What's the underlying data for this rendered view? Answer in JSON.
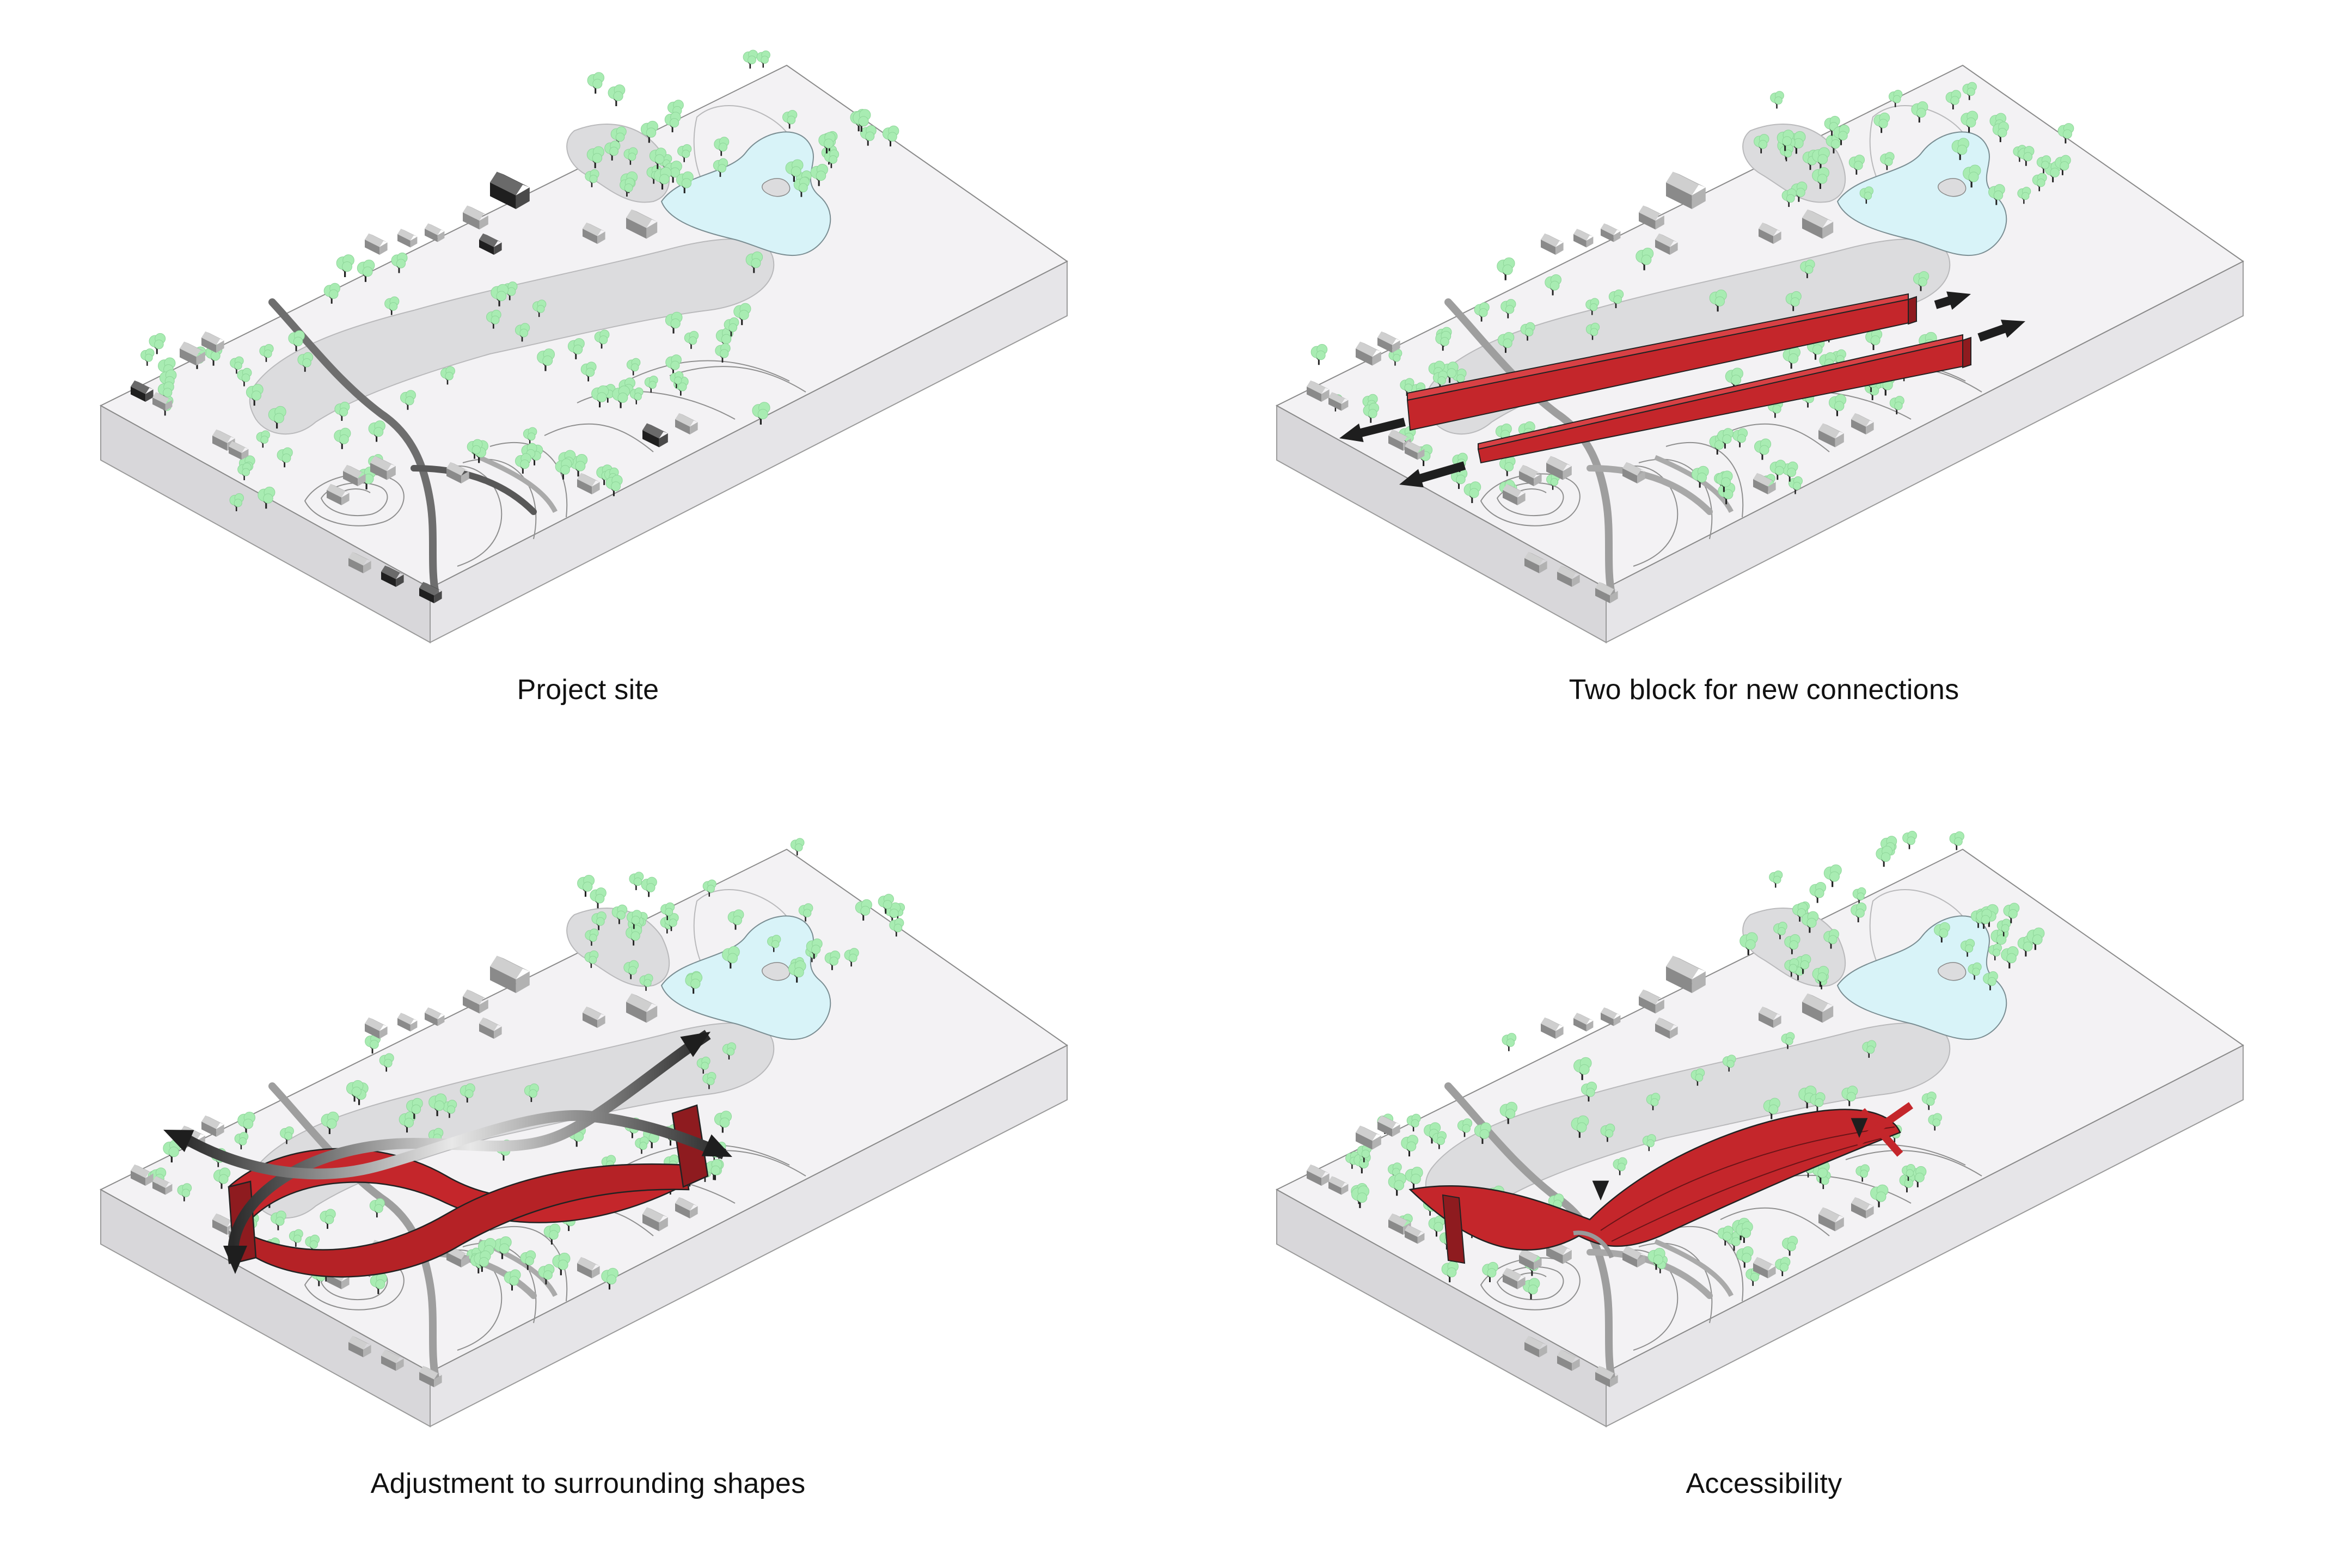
{
  "colors": {
    "slab_top": "#f3f2f4",
    "slab_side": "#e6e5e8",
    "slab_front": "#d8d7da",
    "forest": "#dcdcde",
    "water": "#d8f3f8",
    "road": "#6e6e6e",
    "structure_red": "#c4262b",
    "structure_red_dark": "#8e1b1f",
    "tree_green": "#a8ecb2",
    "house_dark": "#2a2a2a",
    "arrow_dark": "#1e1e1e"
  },
  "panels": [
    {
      "caption": "Project site",
      "variant": "site"
    },
    {
      "caption": "Two block for new connections",
      "variant": "blocks"
    },
    {
      "caption": "Adjustment to surrounding shapes",
      "variant": "adjust"
    },
    {
      "caption": "Accessibility",
      "variant": "access"
    }
  ]
}
